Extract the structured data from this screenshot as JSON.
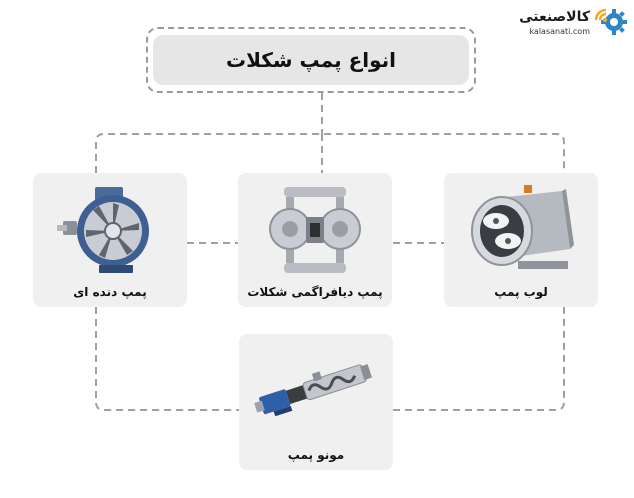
{
  "logo": {
    "brand": "کالاصنعتی",
    "site": "kalasanati.com",
    "icon": "gear-wifi-icon",
    "colors": {
      "gear": "#2e86c9",
      "signal": "#f5a623"
    }
  },
  "title": "انواع پمپ شکلات",
  "cards": {
    "gear_pump": {
      "label": "پمپ دنده ای",
      "icon": "gear-pump-icon"
    },
    "diaphragm_pump": {
      "label": "پمپ دیافراگمی شکلات",
      "icon": "diaphragm-pump-icon"
    },
    "lobe_pump": {
      "label": "لوب پمپ",
      "icon": "lobe-pump-icon"
    },
    "mono_pump": {
      "label": "مونو پمپ",
      "icon": "mono-pump-icon"
    }
  },
  "colors": {
    "card_bg": "#f0f0f0",
    "title_bg": "#e6e6e6",
    "connector": "#a0a0a0"
  }
}
